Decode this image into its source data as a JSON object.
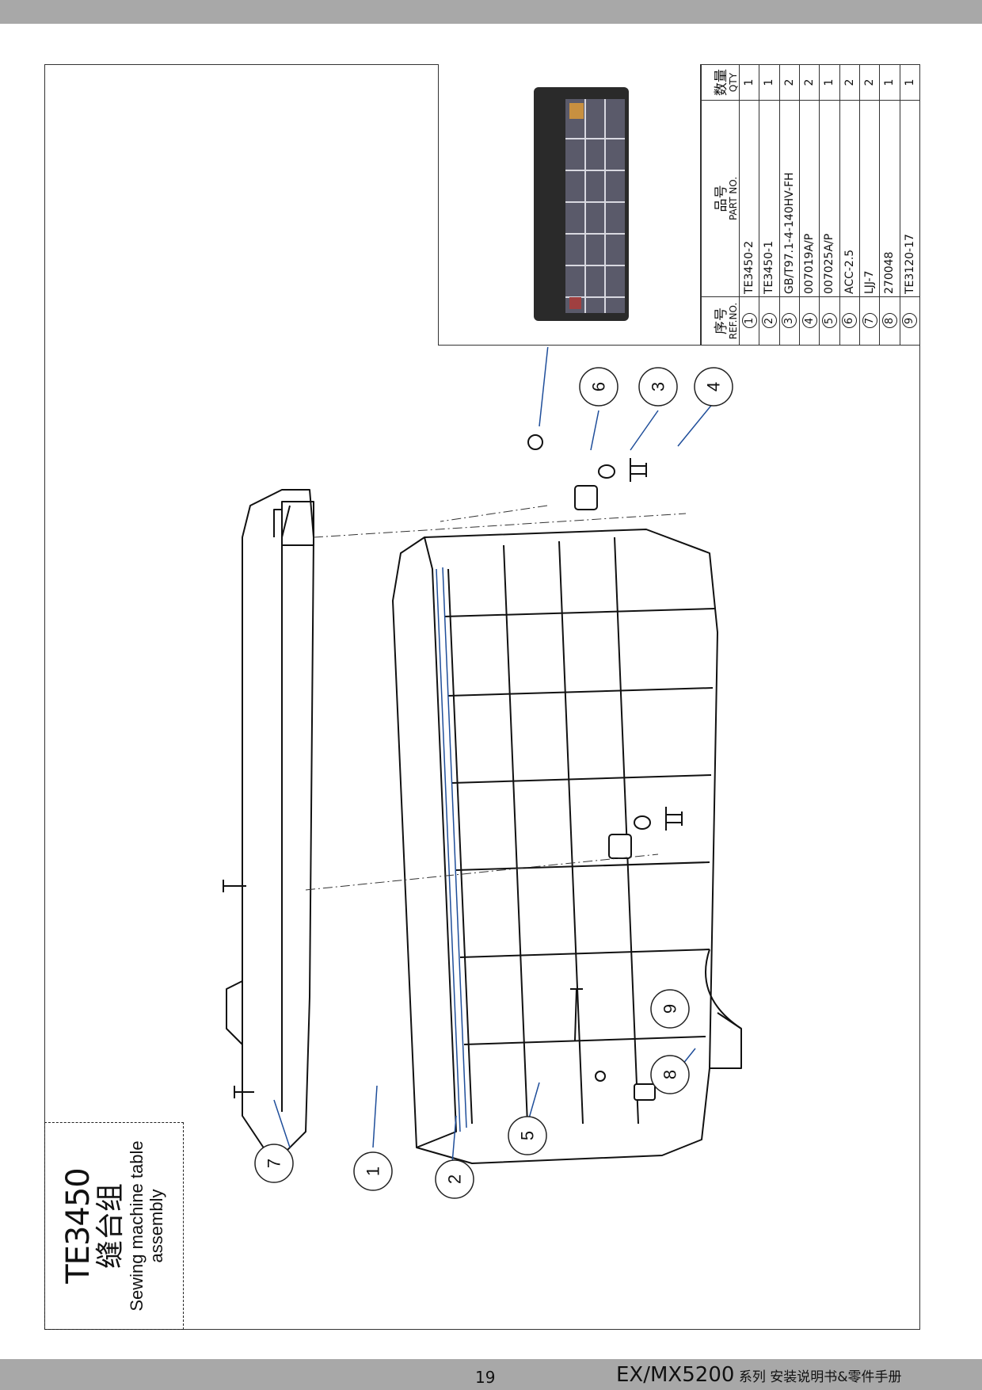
{
  "header": {},
  "title_block": {
    "code": "TE3450",
    "name_cn": "缝台组",
    "name_en": "Sewing machine table assembly"
  },
  "parts_table": {
    "headers": {
      "ref_cn": "序号",
      "ref_en": "REF.NO.",
      "part_cn": "品号",
      "part_en": "PART NO.",
      "qty_cn": "数量",
      "qty_en": "QTY"
    },
    "rows": [
      {
        "ref": "1",
        "part": "TE3450-2",
        "qty": "1"
      },
      {
        "ref": "2",
        "part": "TE3450-1",
        "qty": "1"
      },
      {
        "ref": "3",
        "part": "GB/T97.1-4-140HV-FH",
        "qty": "2"
      },
      {
        "ref": "4",
        "part": "007019A/P",
        "qty": "2"
      },
      {
        "ref": "5",
        "part": "007025A/P",
        "qty": "1"
      },
      {
        "ref": "6",
        "part": "ACC-2.5",
        "qty": "2"
      },
      {
        "ref": "7",
        "part": "LJJ-7",
        "qty": "2"
      },
      {
        "ref": "8",
        "part": "270048",
        "qty": "1"
      },
      {
        "ref": "9",
        "part": "TE3120-17",
        "qty": "1"
      }
    ]
  },
  "callouts": {
    "c1": "1",
    "c2": "2",
    "c3": "3",
    "c4": "4",
    "c5": "5",
    "c6": "6",
    "c7": "7",
    "c8": "8",
    "c9": "9"
  },
  "footer": {
    "page_number": "19",
    "model": "EX/MX5200",
    "subtitle": " 系列 安装说明书&零件手册"
  },
  "colors": {
    "band_gray": "#a8a8a8",
    "leader_blue": "#1f4e9a",
    "line_black": "#111111"
  }
}
